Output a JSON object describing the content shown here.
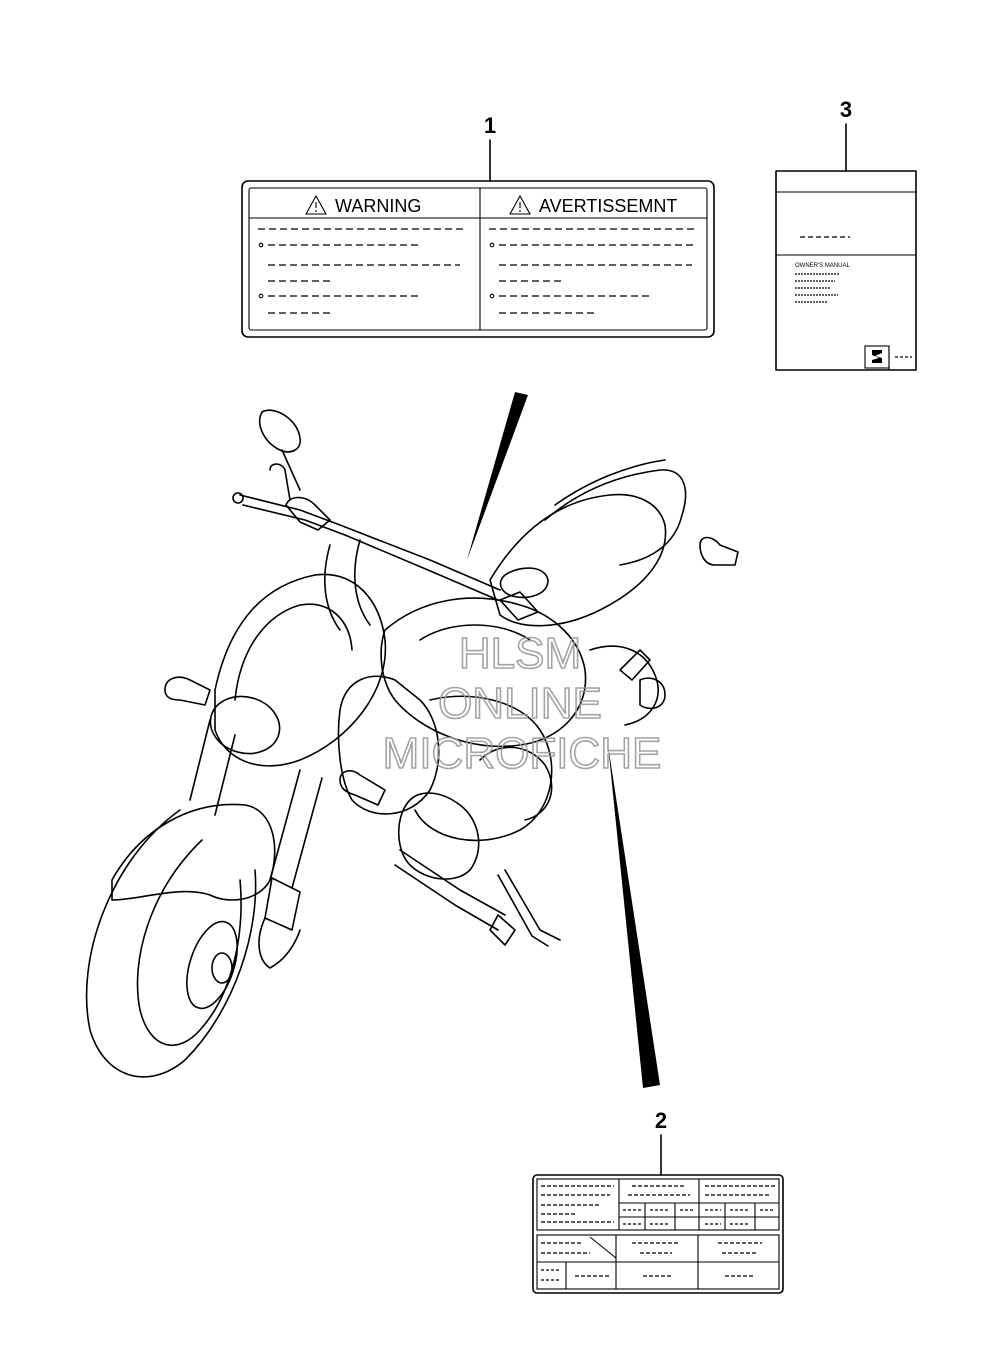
{
  "callouts": {
    "part1": "1",
    "part2": "2",
    "part3": "3"
  },
  "warning_label": {
    "left_heading": "WARNING",
    "right_heading": "AVERTISSEMNT"
  },
  "manual": {
    "caption": "OWNER'S MANUAL"
  },
  "watermark": {
    "line1": "HLSM",
    "line2": "ONLINE",
    "line3": "MICROFICHE"
  }
}
